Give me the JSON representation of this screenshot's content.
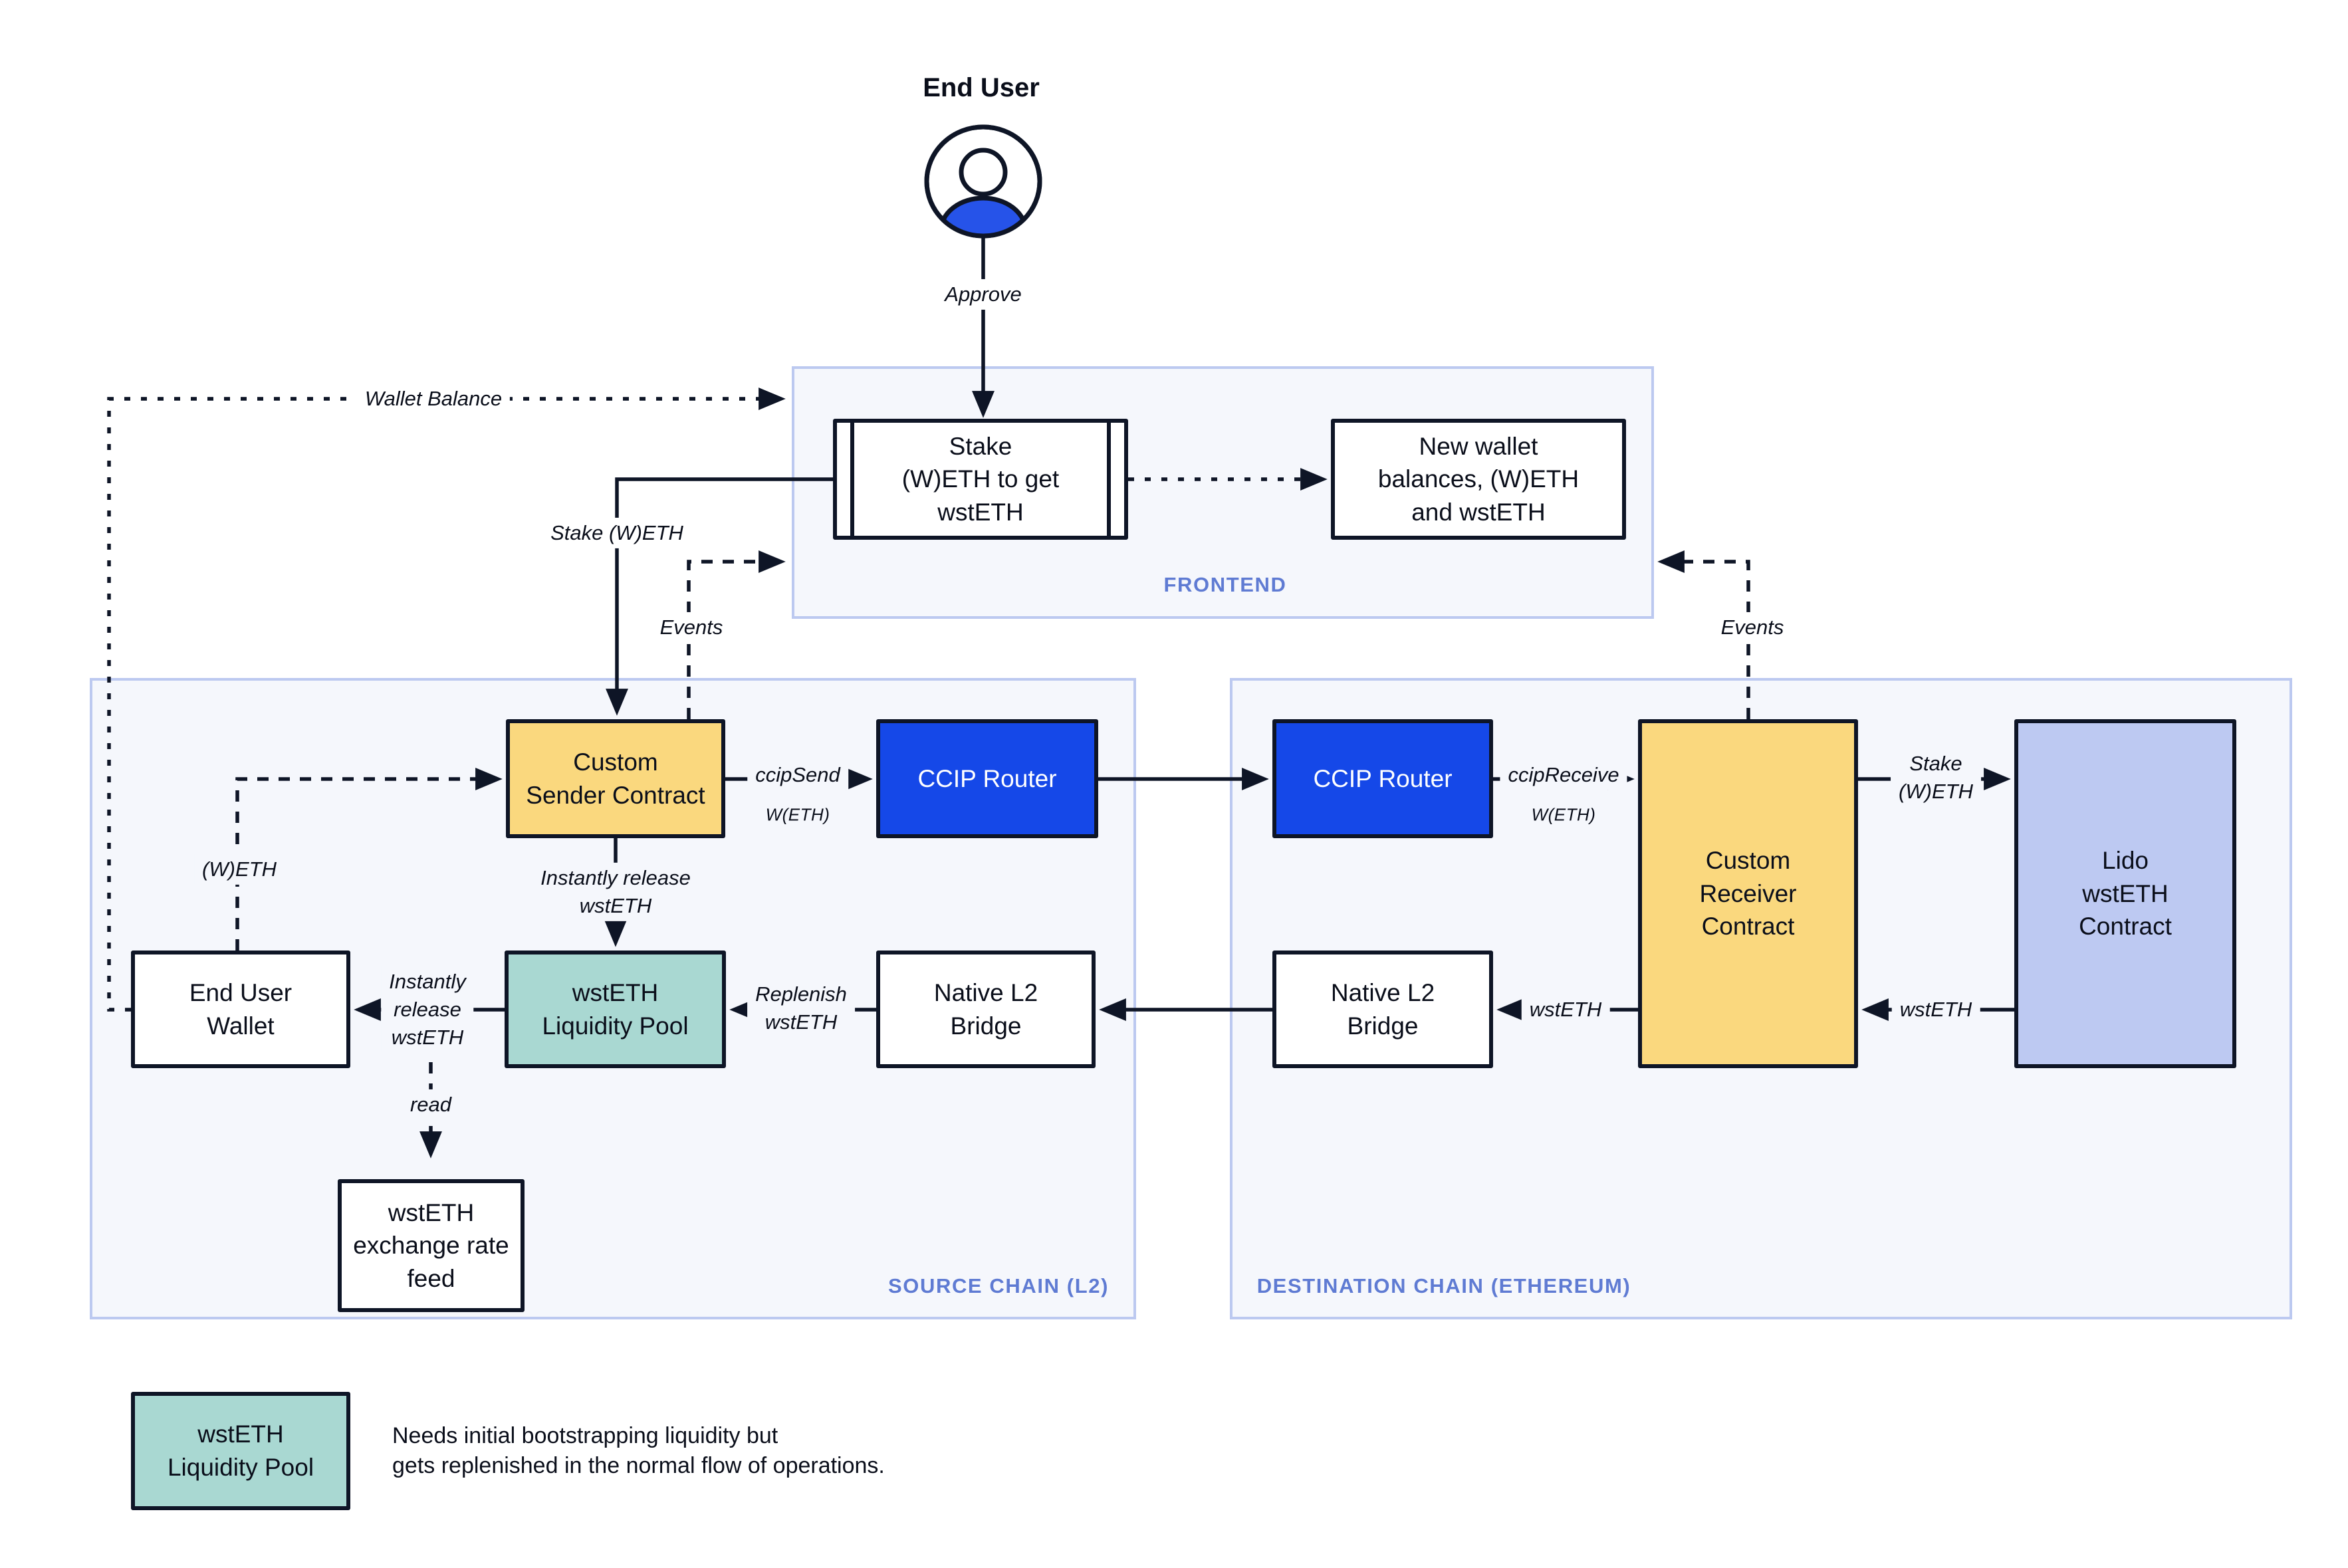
{
  "colors": {
    "accent_blue": "#1548E8",
    "node_yellow": "#FAD87E",
    "node_teal": "#A9D8D2",
    "node_periwinkle": "#BDC9F2",
    "region_bg": "#F5F7FC",
    "region_border": "#BCC9F0",
    "caption_blue": "#5F7BD3",
    "ink": "#0E1526"
  },
  "actor": {
    "name": "End User",
    "icon": "person-icon"
  },
  "frontend": {
    "caption": "FRONTEND",
    "stake_widget": "Stake\n(W)ETH to get\nwstETH",
    "new_balances_widget": "New wallet\nbalances, (W)ETH\nand wstETH"
  },
  "source_chain": {
    "caption": "SOURCE CHAIN (L2)",
    "custom_sender": "Custom\nSender Contract",
    "ccip_router": "CCIP Router",
    "end_user_wallet": "End User\nWallet",
    "liquidity_pool": "wstETH\nLiquidity Pool",
    "native_bridge": "Native L2\nBridge",
    "rate_feed": "wstETH\nexchange rate\nfeed"
  },
  "destination_chain": {
    "caption": "DESTINATION CHAIN (ETHEREUM)",
    "ccip_router": "CCIP Router",
    "custom_receiver": "Custom\nReceiver\nContract",
    "lido_contract": "Lido\nwstETH\nContract",
    "native_bridge": "Native L2\nBridge"
  },
  "edge_labels": {
    "approve": "Approve",
    "wallet_balance": "Wallet Balance",
    "stake_weth": "Stake (W)ETH",
    "events_left": "Events",
    "events_right": "Events",
    "ccip_send": "ccipSend",
    "ccip_send_asset": "W(ETH)",
    "ccip_receive": "ccipReceive",
    "ccip_receive_asset": "W(ETH)",
    "stake_weth_right": "Stake\n(W)ETH",
    "wsteth_from_lido": "wstETH",
    "wsteth_to_bridge": "wstETH",
    "replenish": "Replenish\nwstETH",
    "instant_release_down": "Instantly release\nwstETH",
    "instant_release_left": "Instantly\nrelease\nwstETH",
    "weth_up": "(W)ETH",
    "read": "read"
  },
  "legend": {
    "swatch": "wstETH\nLiquidity Pool",
    "note": "Needs initial bootstrapping liquidity but\ngets replenished in the normal flow of operations."
  }
}
